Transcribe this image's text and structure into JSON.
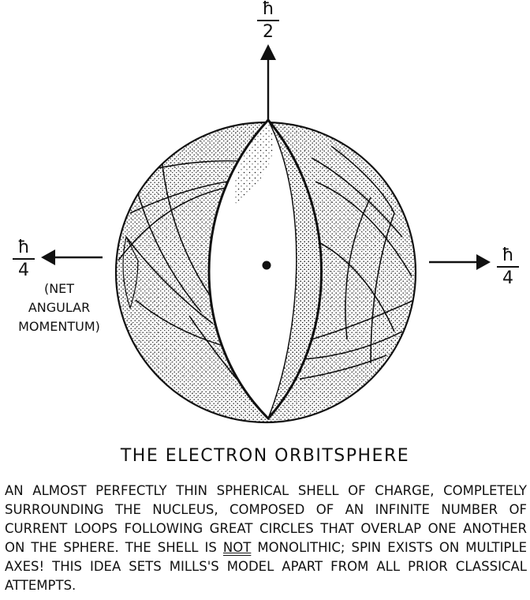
{
  "labels": {
    "top_numerator": "ħ",
    "top_denominator": "2",
    "left_numerator": "ħ",
    "left_denominator": "4",
    "right_numerator": "ħ",
    "right_denominator": "4",
    "net_line1": "(NET",
    "net_line2": "ANGULAR",
    "net_line3": "MOMENTUM)"
  },
  "caption": {
    "title": "THE ELECTRON ORBITSPHERE",
    "text_before": "AN ALMOST PERFECTLY THIN SPHERICAL SHELL OF CHARGE, COMPLETELY SURROUNDING THE NUCLEUS, COMPOSED OF AN INFINITE NUMBER OF CURRENT LOOPS FOLLOWING GREAT CIRCLES THAT OVERLAP ONE ANOTHER ON THE SPHERE. THE SHELL IS",
    "emphasis": "NOT",
    "text_after": "MONOLITHIC; SPIN EXISTS ON MULTIPLE AXES! THIS IDEA SETS MILLS'S MODEL APART FROM ALL PRIOR CLASSICAL ATTEMPTS."
  },
  "colors": {
    "ink": "#111111",
    "paper": "#ffffff"
  }
}
